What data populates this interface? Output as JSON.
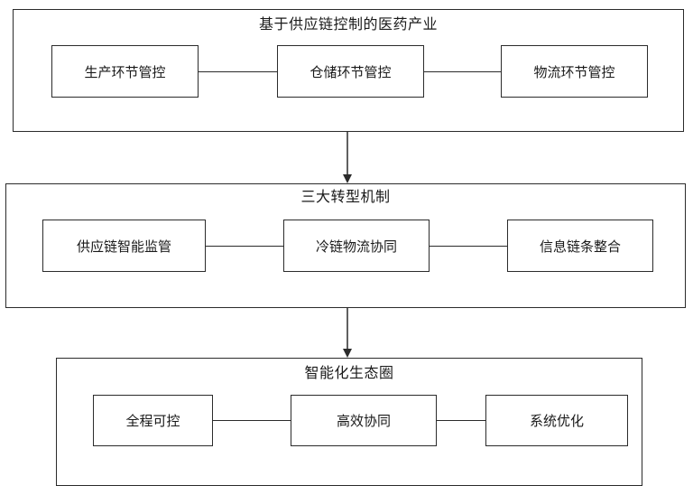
{
  "groups": [
    {
      "title": "基于供应链控制的医药产业",
      "nodes": [
        "生产环节管控",
        "仓储环节管控",
        "物流环节管控"
      ]
    },
    {
      "title": "三大转型机制",
      "nodes": [
        "供应链智能监管",
        "冷链物流协同",
        "信息链条整合"
      ]
    },
    {
      "title": "智能化生态圈",
      "nodes": [
        "全程可控",
        "高效协同",
        "系统优化"
      ]
    }
  ]
}
